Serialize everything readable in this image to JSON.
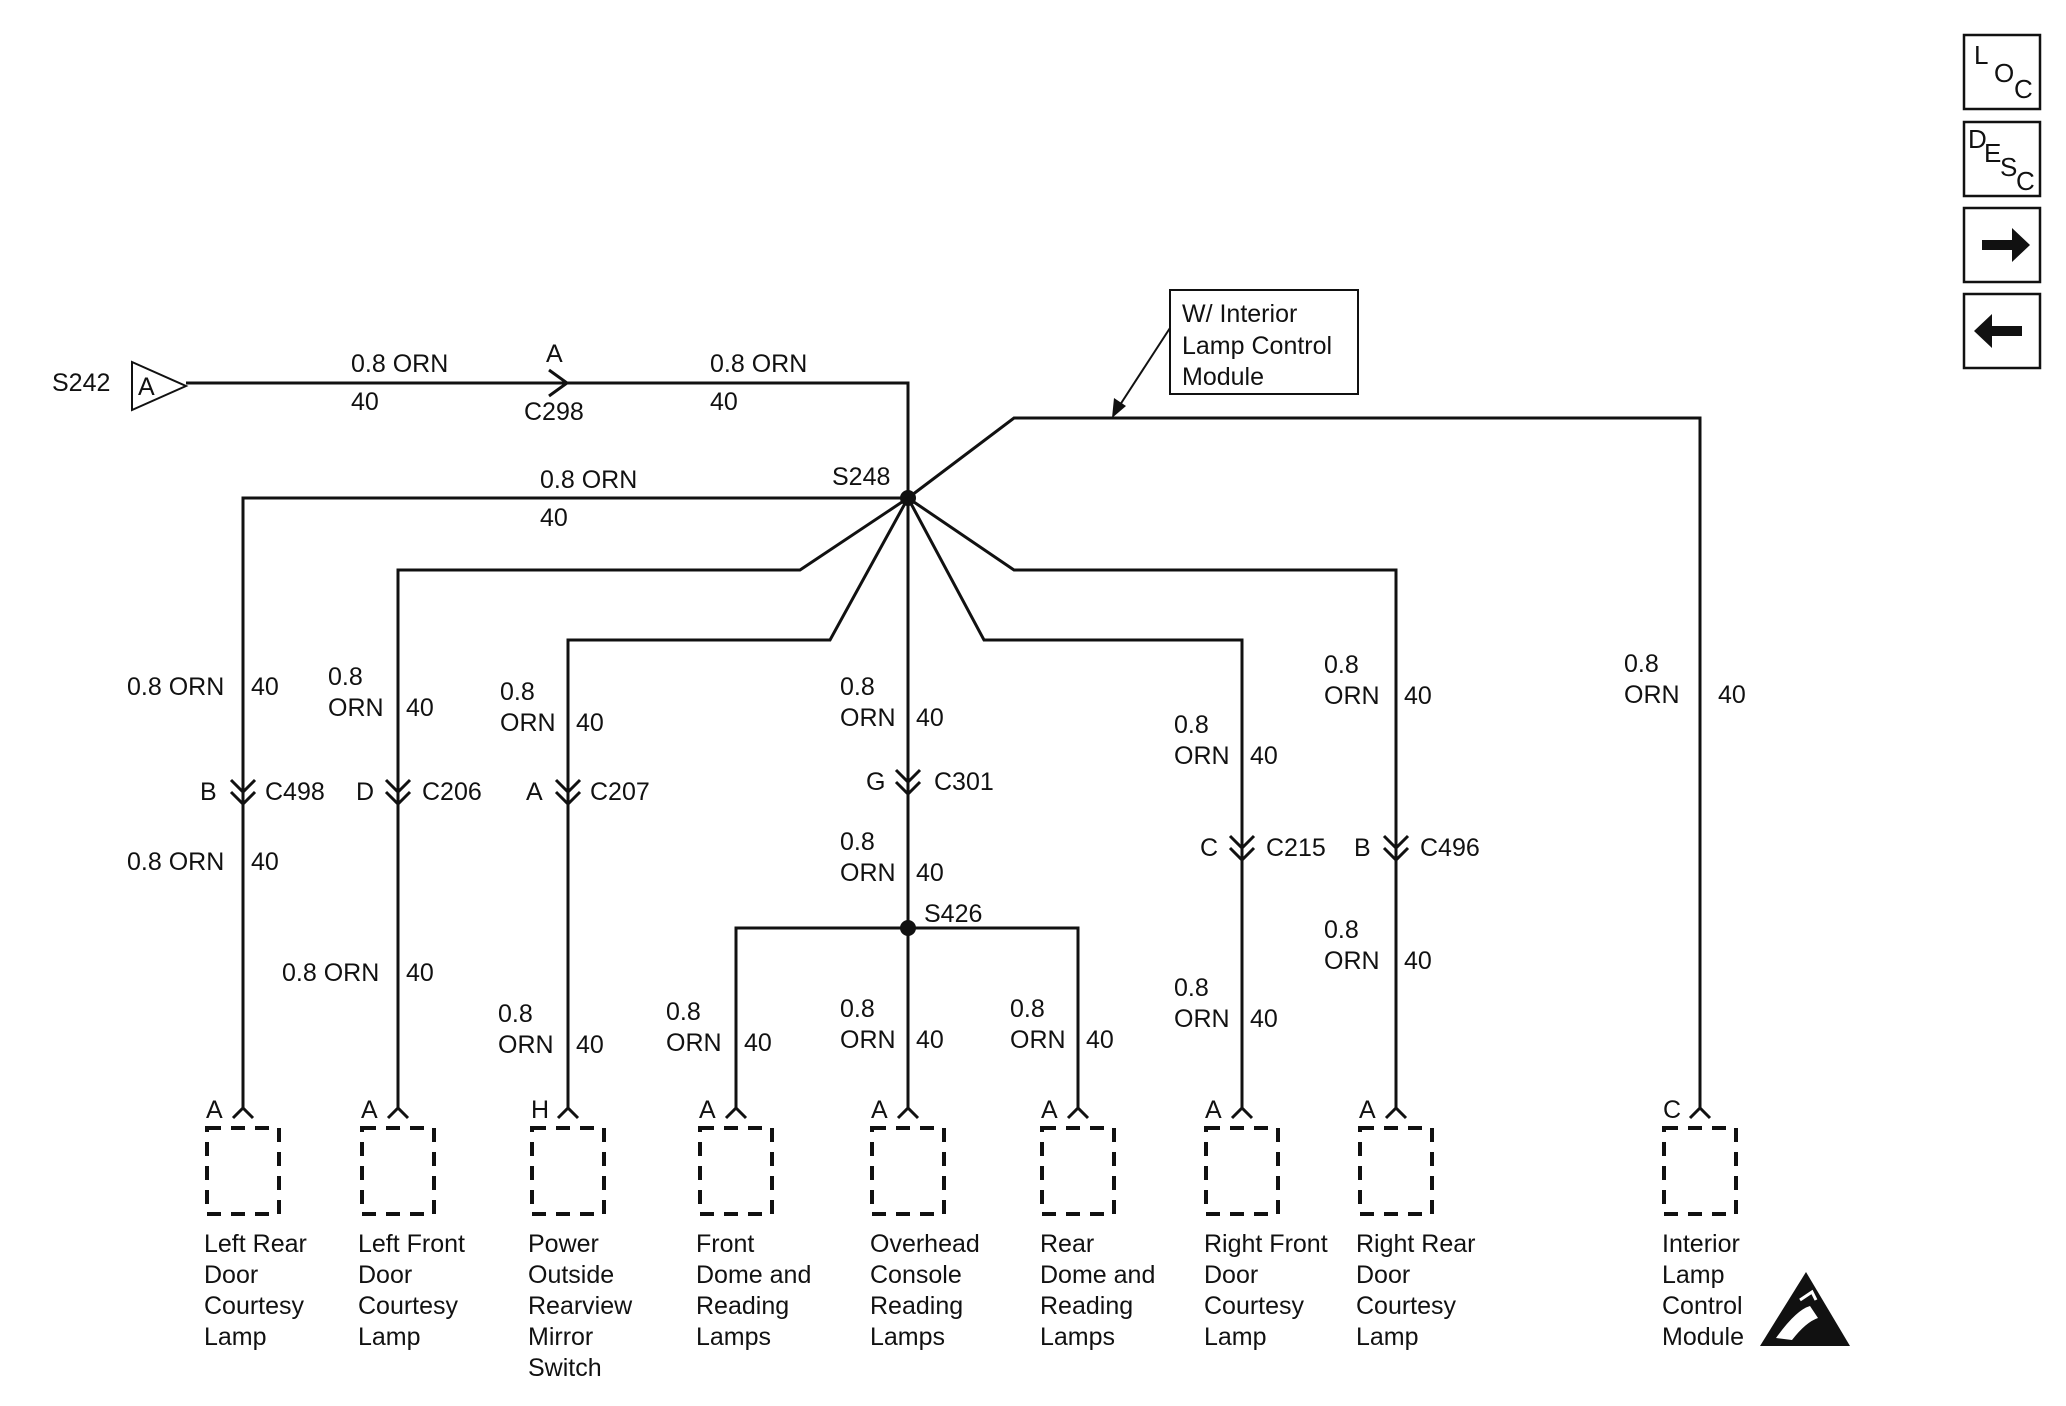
{
  "nav_buttons": {
    "loc": [
      "L",
      "O",
      "C"
    ],
    "desc": [
      "D",
      "E",
      "S",
      "C"
    ],
    "forward_icon": "arrow-right",
    "back_icon": "arrow-left"
  },
  "source": {
    "splice_label": "S242",
    "connector_letter": "A"
  },
  "top_wire": {
    "left_gauge": "0.8 ORN",
    "left_circuit": "40",
    "right_gauge": "0.8 ORN",
    "right_circuit": "40",
    "connector": "C298",
    "connector_pin": "A"
  },
  "note_box": {
    "lines": [
      "W/ Interior",
      "Lamp Control",
      "Module"
    ]
  },
  "splices": {
    "main": "S248",
    "secondary": "S426"
  },
  "left_branch_wire": {
    "gauge": "0.8 ORN",
    "circuit": "40"
  },
  "wire_labels": {
    "b1_upper": "0.8 ORN",
    "b1_upper_circuit": "40",
    "b1_lower": "0.8 ORN",
    "b1_lower_circuit": "40",
    "b2_upper_a": "0.8",
    "b2_upper_b": "ORN",
    "b2_upper_circuit": "40",
    "b2_lower": "0.8 ORN",
    "b2_lower_circuit": "40",
    "b3_upper_a": "0.8",
    "b3_upper_b": "ORN",
    "b3_upper_circuit": "40",
    "b3_lower_a": "0.8",
    "b3_lower_b": "ORN",
    "b3_lower_circuit": "40",
    "b4_upper_a": "0.8",
    "b4_upper_b": "ORN",
    "b4_upper_circuit": "40",
    "b4_mid_a": "0.8",
    "b4_mid_b": "ORN",
    "b4_mid_circuit": "40",
    "s426_left_a": "0.8",
    "s426_left_b": "ORN",
    "s426_left_circuit": "40",
    "s426_mid_a": "0.8",
    "s426_mid_b": "ORN",
    "s426_mid_circuit": "40",
    "s426_right_a": "0.8",
    "s426_right_b": "ORN",
    "s426_right_circuit": "40",
    "b5_upper_a": "0.8",
    "b5_upper_b": "ORN",
    "b5_upper_circuit": "40",
    "b5_lower_a": "0.8",
    "b5_lower_b": "ORN",
    "b5_lower_circuit": "40",
    "b6_upper_a": "0.8",
    "b6_upper_b": "ORN",
    "b6_upper_circuit": "40",
    "b6_lower_a": "0.8",
    "b6_lower_b": "ORN",
    "b6_lower_circuit": "40",
    "b7_a": "0.8",
    "b7_b": "ORN",
    "b7_circuit": "40"
  },
  "inline_connectors": {
    "c498": {
      "pin": "B",
      "name": "C498"
    },
    "c206": {
      "pin": "D",
      "name": "C206"
    },
    "c207": {
      "pin": "A",
      "name": "C207"
    },
    "c301": {
      "pin": "G",
      "name": "C301"
    },
    "c215": {
      "pin": "C",
      "name": "C215"
    },
    "c496": {
      "pin": "B",
      "name": "C496"
    }
  },
  "components": [
    {
      "pin": "A",
      "lines": [
        "Left Rear",
        "Door",
        "Courtesy",
        "Lamp"
      ]
    },
    {
      "pin": "A",
      "lines": [
        "Left Front",
        "Door",
        "Courtesy",
        "Lamp"
      ]
    },
    {
      "pin": "H",
      "lines": [
        "Power",
        "Outside",
        "Rearview",
        "Mirror",
        "Switch"
      ]
    },
    {
      "pin": "A",
      "lines": [
        "Front",
        "Dome and",
        "Reading",
        "Lamps"
      ]
    },
    {
      "pin": "A",
      "lines": [
        "Overhead",
        "Console",
        "Reading",
        "Lamps"
      ]
    },
    {
      "pin": "A",
      "lines": [
        "Rear",
        "Dome and",
        "Reading",
        "Lamps"
      ]
    },
    {
      "pin": "A",
      "lines": [
        "Right Front",
        "Door",
        "Courtesy",
        "Lamp"
      ]
    },
    {
      "pin": "A",
      "lines": [
        "Right Rear",
        "Door",
        "Courtesy",
        "Lamp"
      ]
    },
    {
      "pin": "C",
      "lines": [
        "Interior",
        "Lamp",
        "Control",
        "Module"
      ]
    }
  ],
  "esd_icon": "esd-warning-icon"
}
